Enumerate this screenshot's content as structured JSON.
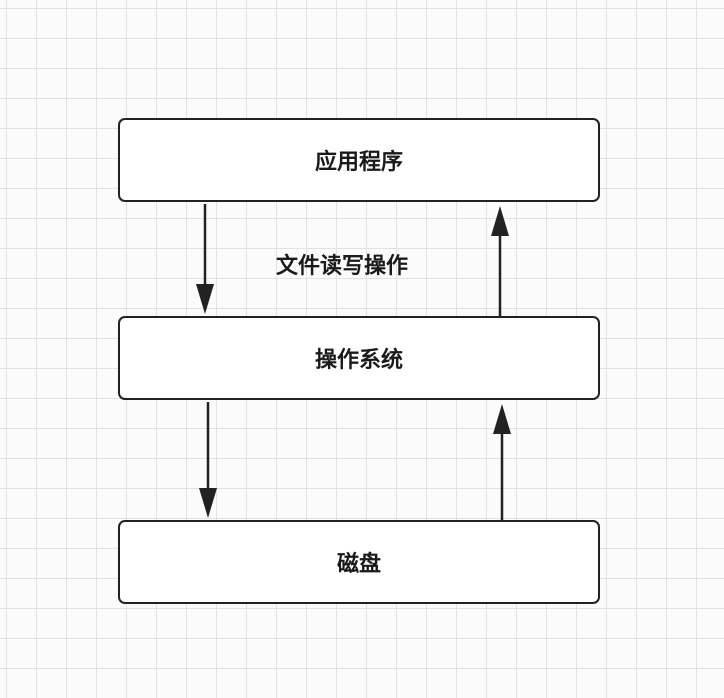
{
  "diagram": {
    "nodes": {
      "app": "应用程序",
      "os": "操作系统",
      "disk": "磁盘"
    },
    "edge_label": "文件读写操作",
    "edges": [
      {
        "from": "app",
        "to": "os",
        "direction": "down"
      },
      {
        "from": "os",
        "to": "app",
        "direction": "up"
      },
      {
        "from": "os",
        "to": "disk",
        "direction": "down"
      },
      {
        "from": "disk",
        "to": "os",
        "direction": "up"
      }
    ],
    "colors": {
      "stroke": "#222222",
      "node_fill": "#ffffff",
      "grid": "#e2e2e2",
      "background": "#fbfbfb"
    }
  }
}
